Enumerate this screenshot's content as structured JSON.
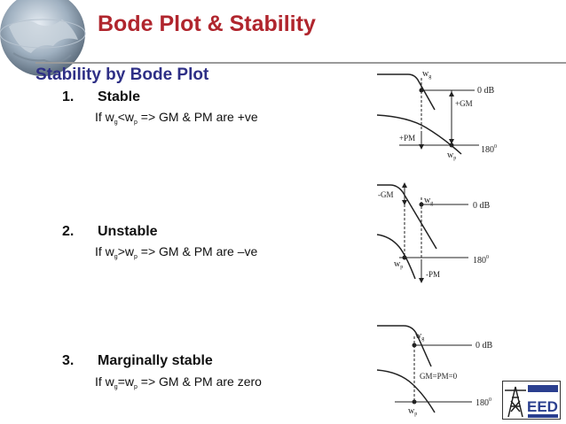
{
  "slide": {
    "title": "Bode Plot & Stability",
    "subtitle": "Stability by Bode Plot"
  },
  "items": [
    {
      "number": "1.",
      "heading": "Stable",
      "cond": {
        "prefix": "If w",
        "s1": "g",
        "op": "<w",
        "s2": "p",
        "rest": " => GM & PM are +ve"
      }
    },
    {
      "number": "2.",
      "heading": "Unstable",
      "cond": {
        "prefix": "If w",
        "s1": "g",
        "op": ">w",
        "s2": "p",
        "rest": " => GM & PM are –ve"
      }
    },
    {
      "number": "3.",
      "heading": "Marginally stable",
      "cond": {
        "prefix": "If w",
        "s1": "g",
        "op": "=w",
        "s2": "p",
        "rest": " => GM & PM are zero"
      }
    }
  ],
  "plots": {
    "stable": {
      "wg": "w",
      "wg_sub": "g",
      "wp": "w",
      "wp_sub": "p",
      "db": "0 dB",
      "phase": "180",
      "phase_sup": "0",
      "gm": "+GM",
      "pm": "+PM"
    },
    "unstable": {
      "wg": "w",
      "wg_sub": "g",
      "wp": "w",
      "wp_sub": "p",
      "db": "0 dB",
      "phase": "180",
      "phase_sup": "0",
      "gm": "-GM",
      "pm": "-PM"
    },
    "marginal": {
      "wg": "w",
      "wg_sub": "g",
      "wp": "w",
      "wp_sub": "p",
      "db": "0 dB",
      "phase": "180",
      "phase_sup": "0",
      "note": "GM=PM=0"
    }
  },
  "logo": {
    "text": "EED"
  },
  "colors": {
    "title": "#b0252d",
    "subtitle": "#2e2f86",
    "logo_blue": "#2a3f8f"
  }
}
